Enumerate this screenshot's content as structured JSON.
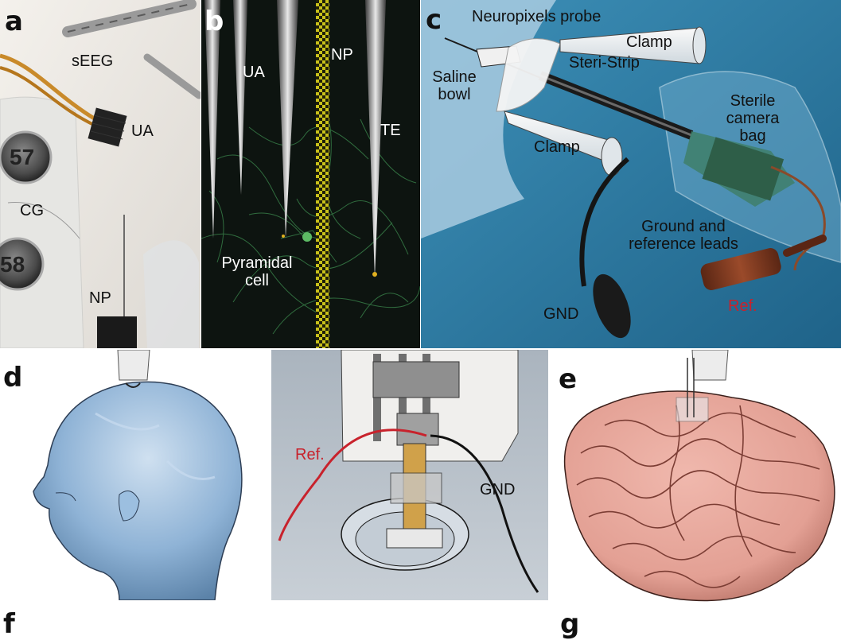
{
  "panel_a": {
    "letter": "a",
    "labels": {
      "seeg": "sEEG",
      "ua": "UA",
      "cg": "CG",
      "np": "NP",
      "num57": "57",
      "num58": "58"
    }
  },
  "panel_b": {
    "letter": "b",
    "labels": {
      "ua": "UA",
      "np": "NP",
      "te": "TE",
      "pyramidal_line1": "Pyramidal",
      "pyramidal_line2": "cell"
    }
  },
  "panel_c": {
    "letter": "c",
    "labels": {
      "neuropixels": "Neuropixels probe",
      "clamp_top": "Clamp",
      "steri": "Steri-Strip",
      "saline1": "Saline",
      "saline2": "bowl",
      "sterile1": "Sterile",
      "sterile2": "camera",
      "sterile3": "bag",
      "clamp_mid": "Clamp",
      "ground1": "Ground and",
      "ground2": "reference leads",
      "gnd": "GND",
      "ref": "Ref."
    }
  },
  "panel_d": {
    "letter": "d",
    "labels": {
      "ref": "Ref.",
      "gnd": "GND"
    }
  },
  "panel_e": {
    "letter": "e"
  },
  "panel_f": {
    "letter": "f"
  },
  "panel_g": {
    "letter": "g"
  },
  "colors": {
    "ref_red": "#c8222c",
    "panel_c_bg": "#2f7fa8",
    "panel_b_bg": "#0d1410",
    "brain_pink": "#e3a094",
    "head_blue": "#8fb3d6"
  }
}
